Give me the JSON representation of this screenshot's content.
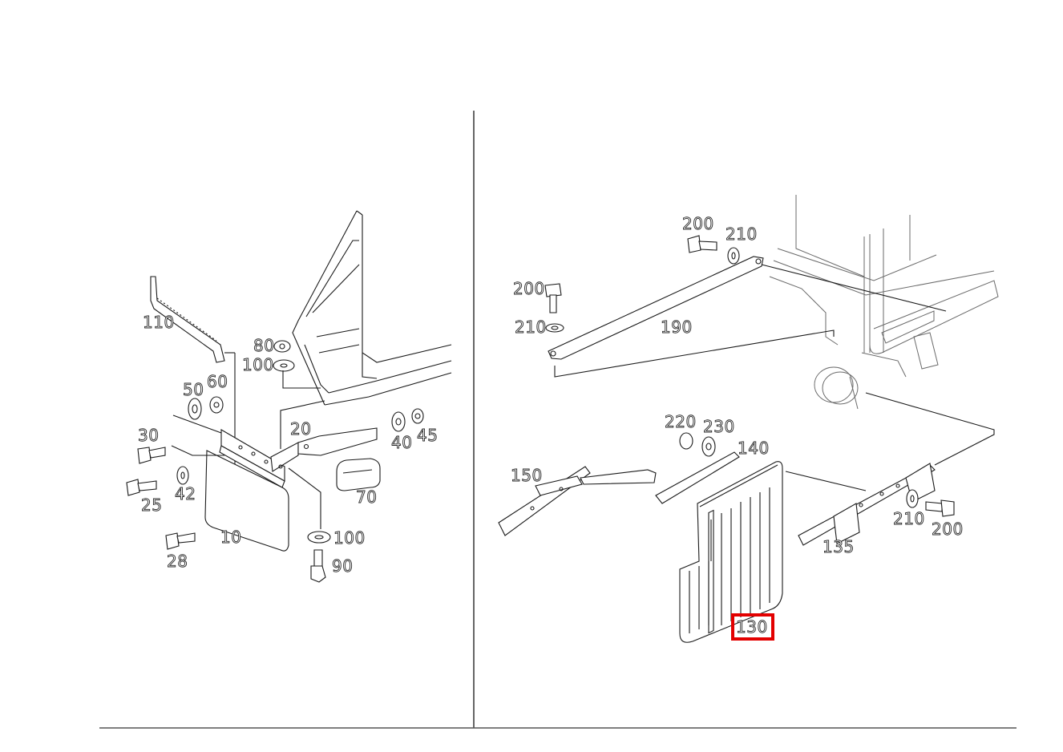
{
  "diagram": {
    "highlight_color": "#e30000",
    "left_panel": {
      "callouts": [
        "110",
        "80",
        "100",
        "50",
        "60",
        "30",
        "20",
        "40",
        "45",
        "25",
        "42",
        "70",
        "10",
        "100",
        "28",
        "90"
      ]
    },
    "right_panel": {
      "callouts": [
        "200",
        "210",
        "200",
        "210",
        "190",
        "220",
        "230",
        "140",
        "150",
        "210",
        "200",
        "135",
        "130"
      ]
    },
    "highlighted_callout": "130"
  }
}
